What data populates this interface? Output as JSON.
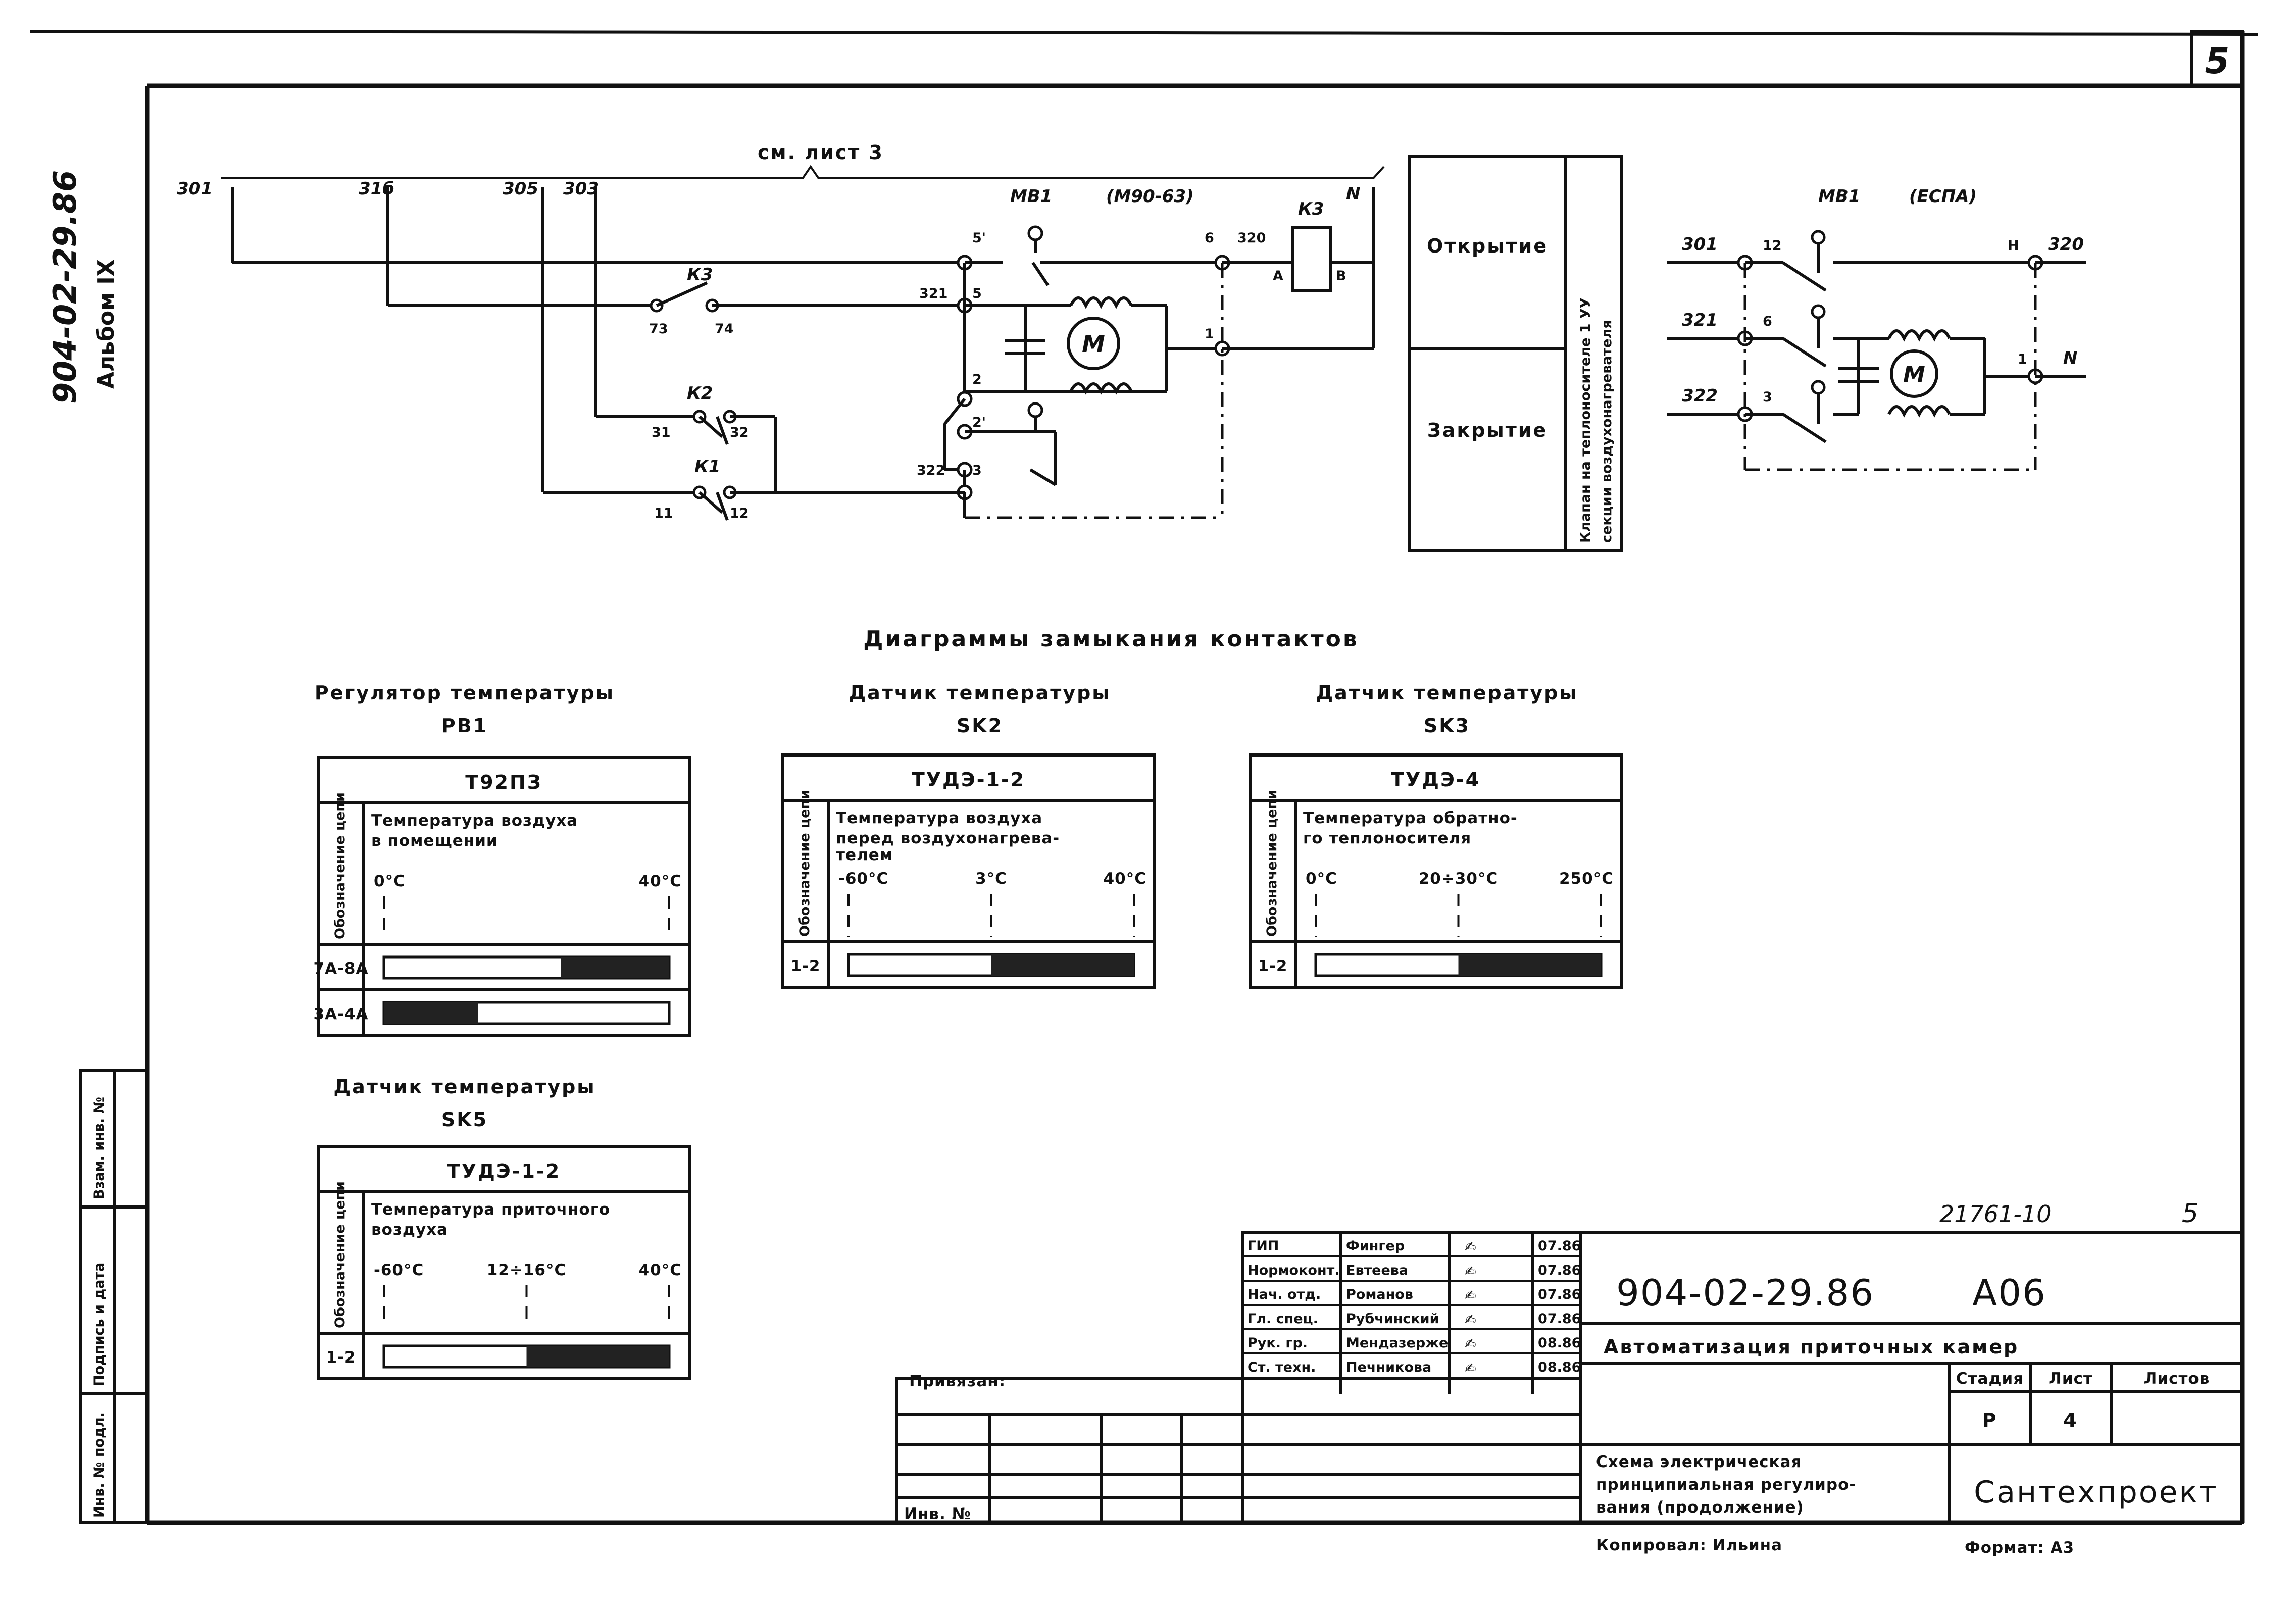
{
  "sheet": {
    "page_number": "5",
    "code_vertical": "904-02-29.86",
    "album_vertical": "Альбом IX",
    "bottom_page_number": "5",
    "archive_number": "21761-10"
  },
  "schematic": {
    "ref_label": "см. лист 3",
    "wire_labels": [
      "301",
      "31б",
      "305",
      "303"
    ],
    "motor_title": "МВ1",
    "motor_type": "(М90-63)",
    "relay_k3_top": "К3",
    "relay_k3": "К3",
    "relay_k2": "К2",
    "relay_k1": "К1",
    "neutral": "N",
    "coil_a": "А",
    "coil_b": "В",
    "nodes": {
      "n5p": "5'",
      "n6": "6",
      "n320": "320",
      "n321": "321",
      "n5": "5",
      "n1": "1",
      "n2": "2",
      "n2p": "2'",
      "n322": "322",
      "n3": "3",
      "c73": "73",
      "c74": "74",
      "c31": "31",
      "c32": "32",
      "c11": "11",
      "c12": "12"
    },
    "motor_symbol": "M",
    "action_open": "Открытие",
    "action_close": "Закрытие",
    "valve_line1": "Клапан на теплоносителе 1 УУ",
    "valve_line2": "секции воздухонагревателя"
  },
  "schematic_espa": {
    "title": "МВ1",
    "type": "(ЕСПА)",
    "nodes": {
      "w301": "301",
      "n12": "12",
      "nH": "H",
      "w320": "320",
      "w321": "321",
      "n6": "6",
      "n1": "1",
      "N": "N",
      "w322": "322",
      "n3": "3"
    },
    "motor_symbol": "M"
  },
  "diagrams": {
    "heading": "Диаграммы замыкания контактов",
    "column_header": "Обозначение цепи",
    "items": [
      {
        "title1": "Регулятор температуры",
        "title2": "РВ1",
        "device": "Т92ПЗ",
        "param1": "Температура воздуха",
        "param2": "в помещении",
        "param3": "",
        "ticks": [
          "0°C",
          "40°C"
        ],
        "rows": [
          {
            "circuit": "7А-8А",
            "on_from": 0.62,
            "on_to": 1.0
          },
          {
            "circuit": "3А-4А",
            "on_from": 0.0,
            "on_to": 0.33
          }
        ]
      },
      {
        "title1": "Датчик температуры",
        "title2": "SK2",
        "device": "ТУДЭ-1-2",
        "param1": "Температура воздуха",
        "param2": "перед воздухонагрева-",
        "param3": "телем",
        "ticks": [
          "-60°C",
          "3°C",
          "40°C"
        ],
        "rows": [
          {
            "circuit": "1-2",
            "on_from": 0.5,
            "on_to": 1.0
          }
        ]
      },
      {
        "title1": "Датчик температуры",
        "title2": "SK3",
        "device": "ТУДЭ-4",
        "param1": "Температура обратно-",
        "param2": "го теплоносителя",
        "param3": "",
        "ticks": [
          "0°C",
          "20÷30°C",
          "250°C"
        ],
        "rows": [
          {
            "circuit": "1-2",
            "on_from": 0.5,
            "on_to": 1.0
          }
        ]
      },
      {
        "title1": "Датчик температуры",
        "title2": "SK5",
        "device": "ТУДЭ-1-2",
        "param1": "Температура приточного",
        "param2": "воздуха",
        "param3": "",
        "ticks": [
          "-60°C",
          "12÷16°C",
          "40°C"
        ],
        "rows": [
          {
            "circuit": "1-2",
            "on_from": 0.5,
            "on_to": 1.0
          }
        ]
      }
    ]
  },
  "left_strip": {
    "cells": [
      "Инв. № подл.",
      "Подпись и дата",
      "Взам. инв. №"
    ]
  },
  "title_block": {
    "bound_label": "Привязан:",
    "inv_label": "Инв. №",
    "staff": [
      {
        "role": "ГИП",
        "name": "Фингер",
        "sign": "✍",
        "date": "07.86"
      },
      {
        "role": "Нормоконт.",
        "name": "Евтеева",
        "sign": "✍",
        "date": "07.86"
      },
      {
        "role": "Нач. отд.",
        "name": "Романов",
        "sign": "✍",
        "date": "07.86"
      },
      {
        "role": "Гл. спец.",
        "name": "Рубчинский",
        "sign": "✍",
        "date": "07.86"
      },
      {
        "role": "Рук. гр.",
        "name": "Мендазерже",
        "sign": "✍",
        "date": "08.86"
      },
      {
        "role": "Ст. техн.",
        "name": "Печникова",
        "sign": "✍",
        "date": "08.86"
      }
    ],
    "doc_code": "904-02-29.86",
    "doc_mark": "А06",
    "doc_title": "Автоматизация приточных камер",
    "stage_header": "Стадия",
    "sheet_header": "Лист",
    "sheets_header": "Листов",
    "stage": "Р",
    "sheet": "4",
    "sheets": "",
    "drawing_title1": "Схема электрическая",
    "drawing_title2": "принципиальная регулиро-",
    "drawing_title3": "вания (продолжение)",
    "org": "Сантехпроект",
    "copied": "Копировал: Ильина",
    "format": "Формат: А3"
  }
}
